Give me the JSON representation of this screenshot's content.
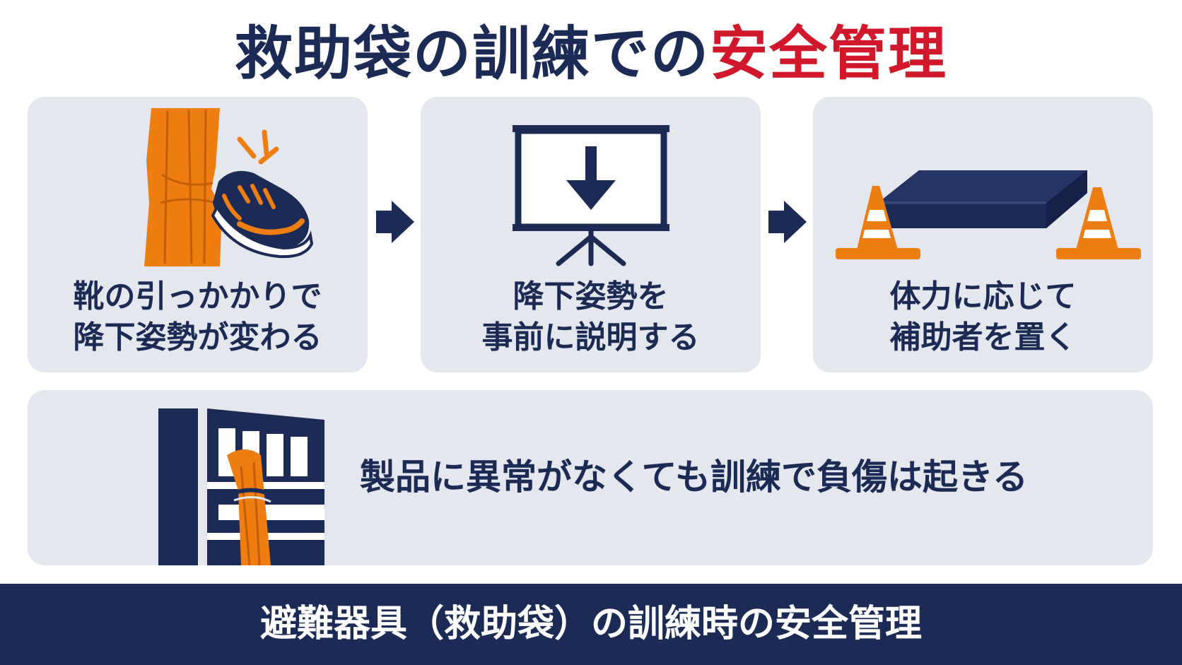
{
  "title": {
    "main": "救助袋の訓練での",
    "accent": "安全管理"
  },
  "steps": [
    {
      "line1": "靴の引っかかりで",
      "line2": "降下姿勢が変わる",
      "icon": "chute-shoe-icon"
    },
    {
      "line1": "降下姿勢を",
      "line2": "事前に説明する",
      "icon": "presentation-screen-icon"
    },
    {
      "line1": "体力に応じて",
      "line2": "補助者を置く",
      "icon": "mat-and-cones-icon"
    }
  ],
  "bottom_panel": {
    "message": "製品に異常がなくても訓練で負傷は起きる",
    "icon": "building-chute-icon"
  },
  "footer": {
    "text": "避難器具（救助袋）の訓練時の安全管理"
  },
  "colors": {
    "navy": "#1b2b55",
    "red": "#d0182a",
    "orange": "#ee7d12",
    "panel": "#e4e7ee"
  }
}
